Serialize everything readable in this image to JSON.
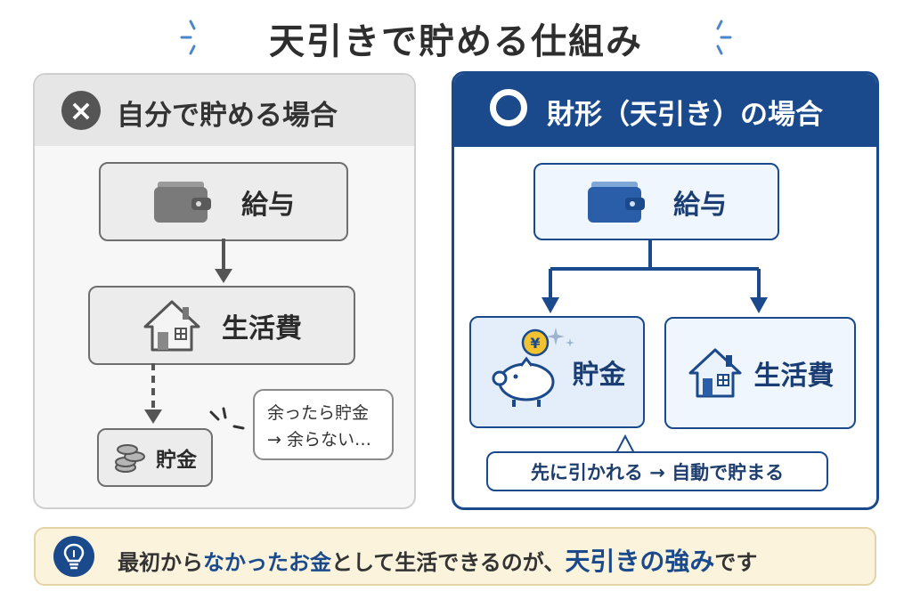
{
  "title": "天引きで貯める仕組み",
  "left_panel": {
    "header_mark": "×",
    "header": "自分で貯める場合",
    "salary": "給与",
    "living": "生活費",
    "savings": "貯金",
    "bubble_line1": "余ったら貯金",
    "bubble_line2": "→ 余らない…"
  },
  "right_panel": {
    "header": "財形（天引き）の場合",
    "salary": "給与",
    "savings": "貯金",
    "living": "生活費",
    "note": "先に引かれる → 自動で貯まる",
    "yen": "¥"
  },
  "footer": {
    "part1": "最初から",
    "part2": "なかったお金",
    "part3": "として生活できるのが、",
    "part4": "天引きの強み",
    "part5": "です"
  },
  "colors": {
    "accent": "#1a4a8c",
    "gray": "#6f6f6f",
    "footer_bg": "#fbf3dc"
  },
  "icons": [
    "sparkle-icon",
    "wallet-icon",
    "house-icon",
    "coins-icon",
    "piggy-bank-icon",
    "lightbulb-icon",
    "cross-icon",
    "circle-icon"
  ]
}
